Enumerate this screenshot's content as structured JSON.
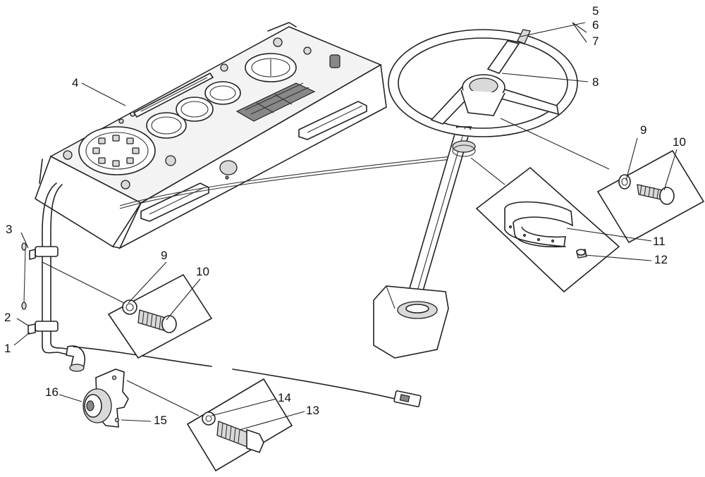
{
  "callouts": {
    "c1": "1",
    "c2": "2",
    "c3": "3",
    "c4": "4",
    "c5": "5",
    "c6": "6",
    "c7": "7",
    "c8": "8",
    "c9a": "9",
    "c10a": "10",
    "c9b": "9",
    "c10b": "10",
    "c11": "11",
    "c12": "12",
    "c13": "13",
    "c14": "14",
    "c15": "15",
    "c16": "16"
  }
}
